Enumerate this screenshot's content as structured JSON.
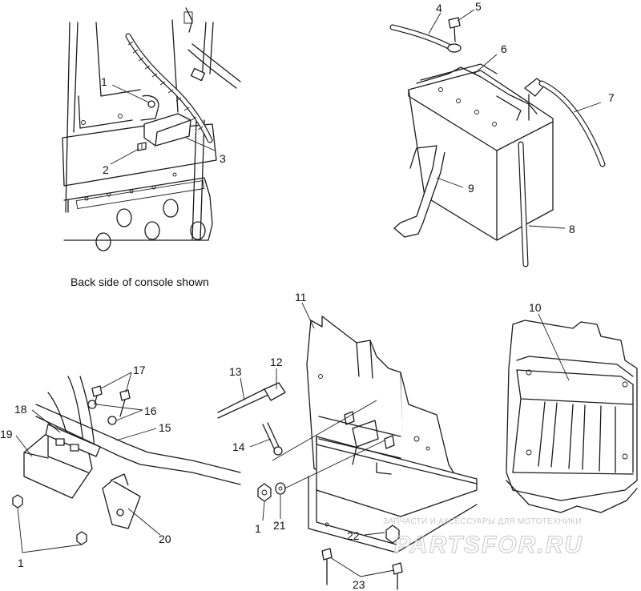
{
  "caption": "Back side of console shown",
  "callouts": {
    "c1a": "1",
    "c2": "2",
    "c3": "3",
    "c4": "4",
    "c5": "5",
    "c6": "6",
    "c7": "7",
    "c8": "8",
    "c9": "9",
    "c10": "10",
    "c11": "11",
    "c12": "12",
    "c13": "13",
    "c14": "14",
    "c1b": "1",
    "c21": "21",
    "c22": "22",
    "c23": "23",
    "c17": "17",
    "c16": "16",
    "c18": "18",
    "c15": "15",
    "c19": "19",
    "c20": "20",
    "c1c": "1"
  },
  "watermark": {
    "tagline": "ЗАПЧАСТИ И АКСЕССУАРЫ ДЛЯ МОТОТЕХНИКИ",
    "brand": "PARTSFOR.RU"
  }
}
